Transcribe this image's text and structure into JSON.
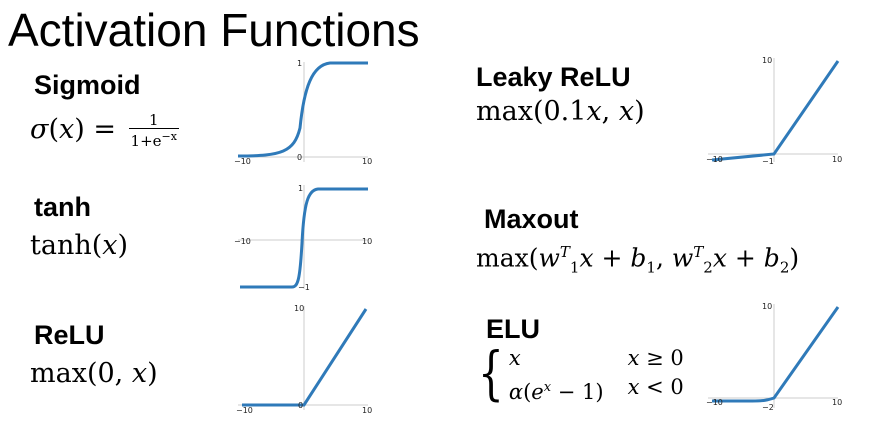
{
  "title": "Activation Functions",
  "accent_color": "#2f7ab9",
  "functions": {
    "sigmoid": {
      "name": "Sigmoid",
      "sym": "σ",
      "var": "x",
      "num": "1",
      "den": "1+e",
      "exp": "−x",
      "x_min": "−10",
      "x_max": "10",
      "y_top": "1",
      "y_origin": "0"
    },
    "tanh": {
      "name": "tanh",
      "fn": "tanh",
      "var": "x",
      "x_min": "−10",
      "x_max": "10",
      "y_top": "1",
      "y_bottom": "−1"
    },
    "relu": {
      "name": "ReLU",
      "fn": "max",
      "arg0": "0",
      "var": "x",
      "x_min": "−10",
      "x_max": "10",
      "y_top": "10",
      "y_origin": "0"
    },
    "leaky_relu": {
      "name": "Leaky ReLU",
      "fn": "max",
      "coef": "0.1",
      "var": "x",
      "x_min": "−10",
      "x_max": "10",
      "y_top": "10",
      "y_tick": "−1"
    },
    "maxout": {
      "name": "Maxout",
      "fn": "max",
      "w": "w",
      "T": "T",
      "sub1": "1",
      "sub2": "2",
      "var": "x",
      "b": "b"
    },
    "elu": {
      "name": "ELU",
      "case1_expr": "x",
      "case1_cond_var": "x",
      "case1_cond_op": "≥ 0",
      "alpha": "α",
      "e": "e",
      "case2_exp": "x",
      "case2_tail": "− 1)",
      "case2_cond_var": "x",
      "case2_cond_op": "< 0",
      "x_min": "−10",
      "x_max": "10",
      "y_top": "10",
      "y_tick": "−2"
    }
  }
}
